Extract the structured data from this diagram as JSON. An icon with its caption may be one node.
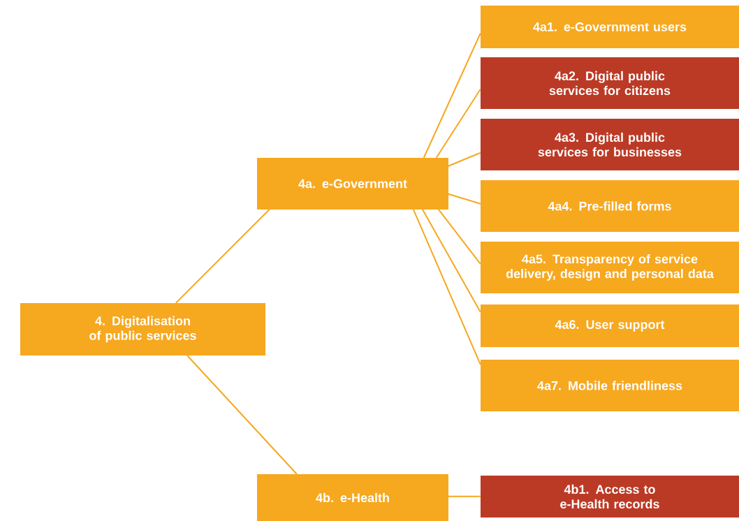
{
  "diagram": {
    "nodes": [
      {
        "text": [
          "4. Digitalisation of public services"
        ]
      },
      {
        "text": [
          "4a. e-Government"
        ]
      },
      {
        "text": [
          "4b. e-Health"
        ]
      },
      {
        "text": [
          "4a1. e-Government users"
        ]
      },
      {
        "text": [
          "4a2. Digital public services for citizens"
        ]
      },
      {
        "text": [
          "4a3. Digital public services for businesses"
        ]
      },
      {
        "text": [
          "4a4. Pre-filled forms"
        ]
      },
      {
        "text": [
          "4a5. Transparency of service delivery, design and personal data"
        ]
      },
      {
        "text": [
          "4a6. User support"
        ]
      },
      {
        "text": [
          "4a7. Mobile friendliness"
        ]
      },
      {
        "text": [
          "4b1. Access to e-Health records"
        ]
      }
    ],
    "edges": [
      {
        "from": 0,
        "to": 1,
        "arrow": "none"
      },
      {
        "from": 0,
        "to": 2,
        "arrow": "none"
      },
      {
        "from": 1,
        "to": 3,
        "arrow": "none"
      },
      {
        "from": 1,
        "to": 4,
        "arrow": "none"
      },
      {
        "from": 1,
        "to": 5,
        "arrow": "none"
      },
      {
        "from": 1,
        "to": 6,
        "arrow": "none"
      },
      {
        "from": 1,
        "to": 7,
        "arrow": "none"
      },
      {
        "from": 1,
        "to": 8,
        "arrow": "none"
      },
      {
        "from": 1,
        "to": 9,
        "arrow": "none"
      },
      {
        "from": 2,
        "to": 10,
        "arrow": "none"
      }
    ]
  }
}
